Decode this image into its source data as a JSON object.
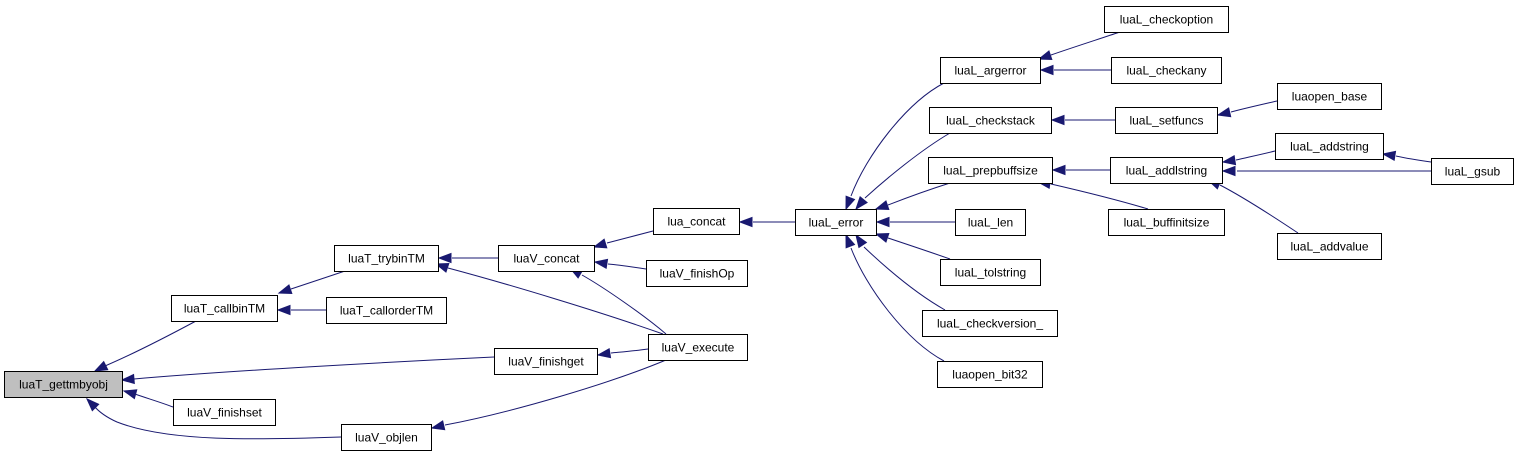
{
  "diagram": {
    "type": "caller-graph",
    "root": "luaT_gettmbyobj",
    "nodes": [
      {
        "id": "luaT_gettmbyobj",
        "label": "luaT_gettmbyobj",
        "root": true
      },
      {
        "id": "luaT_callbinTM",
        "label": "luaT_callbinTM"
      },
      {
        "id": "luaV_finishset",
        "label": "luaV_finishset"
      },
      {
        "id": "luaV_objlen",
        "label": "luaV_objlen"
      },
      {
        "id": "luaT_trybinTM",
        "label": "luaT_trybinTM"
      },
      {
        "id": "luaT_callorderTM",
        "label": "luaT_callorderTM"
      },
      {
        "id": "luaV_finishget",
        "label": "luaV_finishget"
      },
      {
        "id": "luaV_concat",
        "label": "luaV_concat"
      },
      {
        "id": "lua_concat",
        "label": "lua_concat"
      },
      {
        "id": "luaV_finishOp",
        "label": "luaV_finishOp"
      },
      {
        "id": "luaV_execute",
        "label": "luaV_execute"
      },
      {
        "id": "luaL_error",
        "label": "luaL_error"
      },
      {
        "id": "luaL_argerror",
        "label": "luaL_argerror"
      },
      {
        "id": "luaL_checkstack",
        "label": "luaL_checkstack"
      },
      {
        "id": "luaL_prepbuffsize",
        "label": "luaL_prepbuffsize"
      },
      {
        "id": "luaL_len",
        "label": "luaL_len"
      },
      {
        "id": "luaL_tolstring",
        "label": "luaL_tolstring"
      },
      {
        "id": "luaL_checkversion_",
        "label": "luaL_checkversion_"
      },
      {
        "id": "luaopen_bit32",
        "label": "luaopen_bit32"
      },
      {
        "id": "luaL_checkoption",
        "label": "luaL_checkoption"
      },
      {
        "id": "luaL_checkany",
        "label": "luaL_checkany"
      },
      {
        "id": "luaL_setfuncs",
        "label": "luaL_setfuncs"
      },
      {
        "id": "luaL_addlstring",
        "label": "luaL_addlstring"
      },
      {
        "id": "luaL_buffinitsize",
        "label": "luaL_buffinitsize"
      },
      {
        "id": "luaopen_base",
        "label": "luaopen_base"
      },
      {
        "id": "luaL_addstring",
        "label": "luaL_addstring"
      },
      {
        "id": "luaL_addvalue",
        "label": "luaL_addvalue"
      },
      {
        "id": "luaL_gsub",
        "label": "luaL_gsub"
      }
    ],
    "edges": [
      {
        "from": "luaT_callbinTM",
        "to": "luaT_gettmbyobj"
      },
      {
        "from": "luaV_finishget",
        "to": "luaT_gettmbyobj"
      },
      {
        "from": "luaV_finishset",
        "to": "luaT_gettmbyobj"
      },
      {
        "from": "luaV_objlen",
        "to": "luaT_gettmbyobj"
      },
      {
        "from": "luaT_trybinTM",
        "to": "luaT_callbinTM"
      },
      {
        "from": "luaT_callorderTM",
        "to": "luaT_callbinTM"
      },
      {
        "from": "luaV_concat",
        "to": "luaT_trybinTM"
      },
      {
        "from": "luaV_execute",
        "to": "luaT_trybinTM"
      },
      {
        "from": "luaV_execute",
        "to": "luaV_finishget"
      },
      {
        "from": "luaV_execute",
        "to": "luaV_objlen"
      },
      {
        "from": "lua_concat",
        "to": "luaV_concat"
      },
      {
        "from": "luaV_finishOp",
        "to": "luaV_concat"
      },
      {
        "from": "luaV_execute",
        "to": "luaV_concat"
      },
      {
        "from": "luaL_error",
        "to": "lua_concat"
      },
      {
        "from": "luaL_argerror",
        "to": "luaL_error"
      },
      {
        "from": "luaL_checkstack",
        "to": "luaL_error"
      },
      {
        "from": "luaL_prepbuffsize",
        "to": "luaL_error"
      },
      {
        "from": "luaL_len",
        "to": "luaL_error"
      },
      {
        "from": "luaL_tolstring",
        "to": "luaL_error"
      },
      {
        "from": "luaL_checkversion_",
        "to": "luaL_error"
      },
      {
        "from": "luaopen_bit32",
        "to": "luaL_error"
      },
      {
        "from": "luaL_checkoption",
        "to": "luaL_argerror"
      },
      {
        "from": "luaL_checkany",
        "to": "luaL_argerror"
      },
      {
        "from": "luaL_setfuncs",
        "to": "luaL_checkstack"
      },
      {
        "from": "luaL_addlstring",
        "to": "luaL_prepbuffsize"
      },
      {
        "from": "luaL_buffinitsize",
        "to": "luaL_prepbuffsize"
      },
      {
        "from": "luaopen_base",
        "to": "luaL_setfuncs"
      },
      {
        "from": "luaL_addstring",
        "to": "luaL_addlstring"
      },
      {
        "from": "luaL_gsub",
        "to": "luaL_addlstring"
      },
      {
        "from": "luaL_addvalue",
        "to": "luaL_addlstring"
      },
      {
        "from": "luaL_gsub",
        "to": "luaL_addstring"
      }
    ],
    "colors": {
      "edge": "#191970",
      "node_border": "#000000",
      "node_fill": "#ffffff",
      "root_fill": "#bfbfbf",
      "background": "#ffffff"
    }
  }
}
